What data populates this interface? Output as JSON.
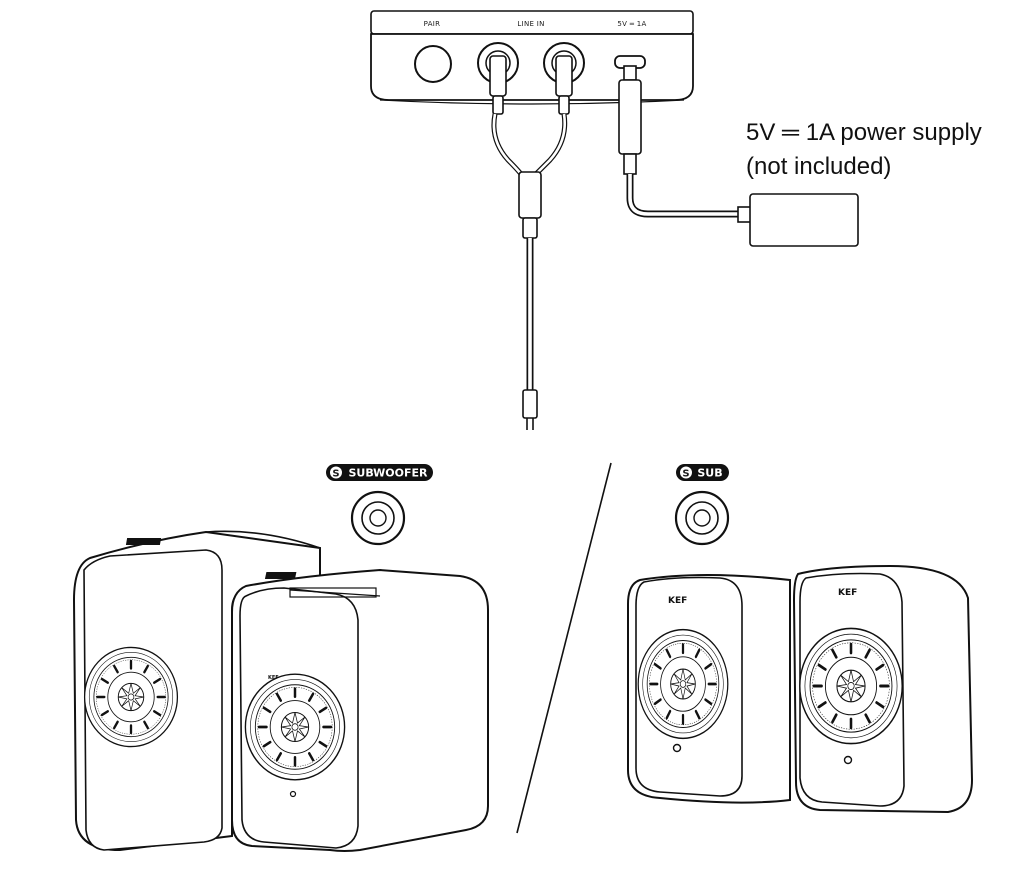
{
  "hub": {
    "port_labels": [
      "PAIR",
      "LINE IN",
      "5V ═ 1A"
    ]
  },
  "power_supply": {
    "line1": "5V ═ 1A power supply",
    "line2": "(not included)"
  },
  "left_panel": {
    "badge_letter": "S",
    "badge_label": "SUBWOOFER",
    "speaker_logo": "KEF"
  },
  "right_panel": {
    "badge_letter": "S",
    "badge_label": "SUB",
    "speaker_logo": "KEF"
  }
}
